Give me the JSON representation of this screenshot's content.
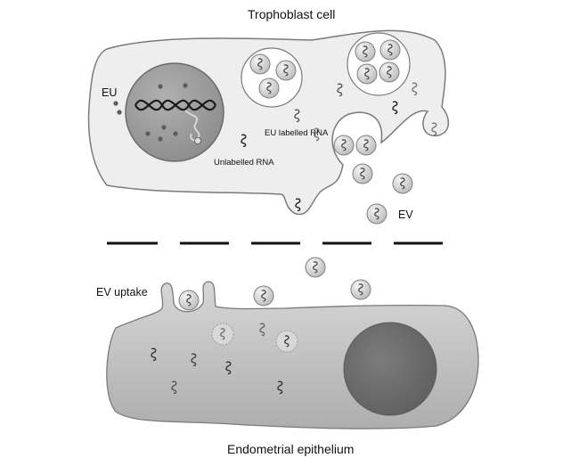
{
  "labels": {
    "top_cell": "Trophoblast cell",
    "eu": "EU",
    "eu_rna": "EU labelled RNA",
    "unlabelled_rna": "Unlabelled RNA",
    "ev": "EV",
    "ev_uptake": "EV uptake",
    "bottom_cell": "Endometrial epithelium"
  },
  "colors": {
    "trophoblast_fill": "#eeeeee",
    "nucleus_fill": "#9b9b9b",
    "endometrial_fill": "#bdbdbd",
    "endometrial_nucleus": "#6f6f6f",
    "ev_fill": "#c6c6c6",
    "outline": "#7a7a7a",
    "rna_dark": "#222222",
    "separator": "#111111"
  }
}
